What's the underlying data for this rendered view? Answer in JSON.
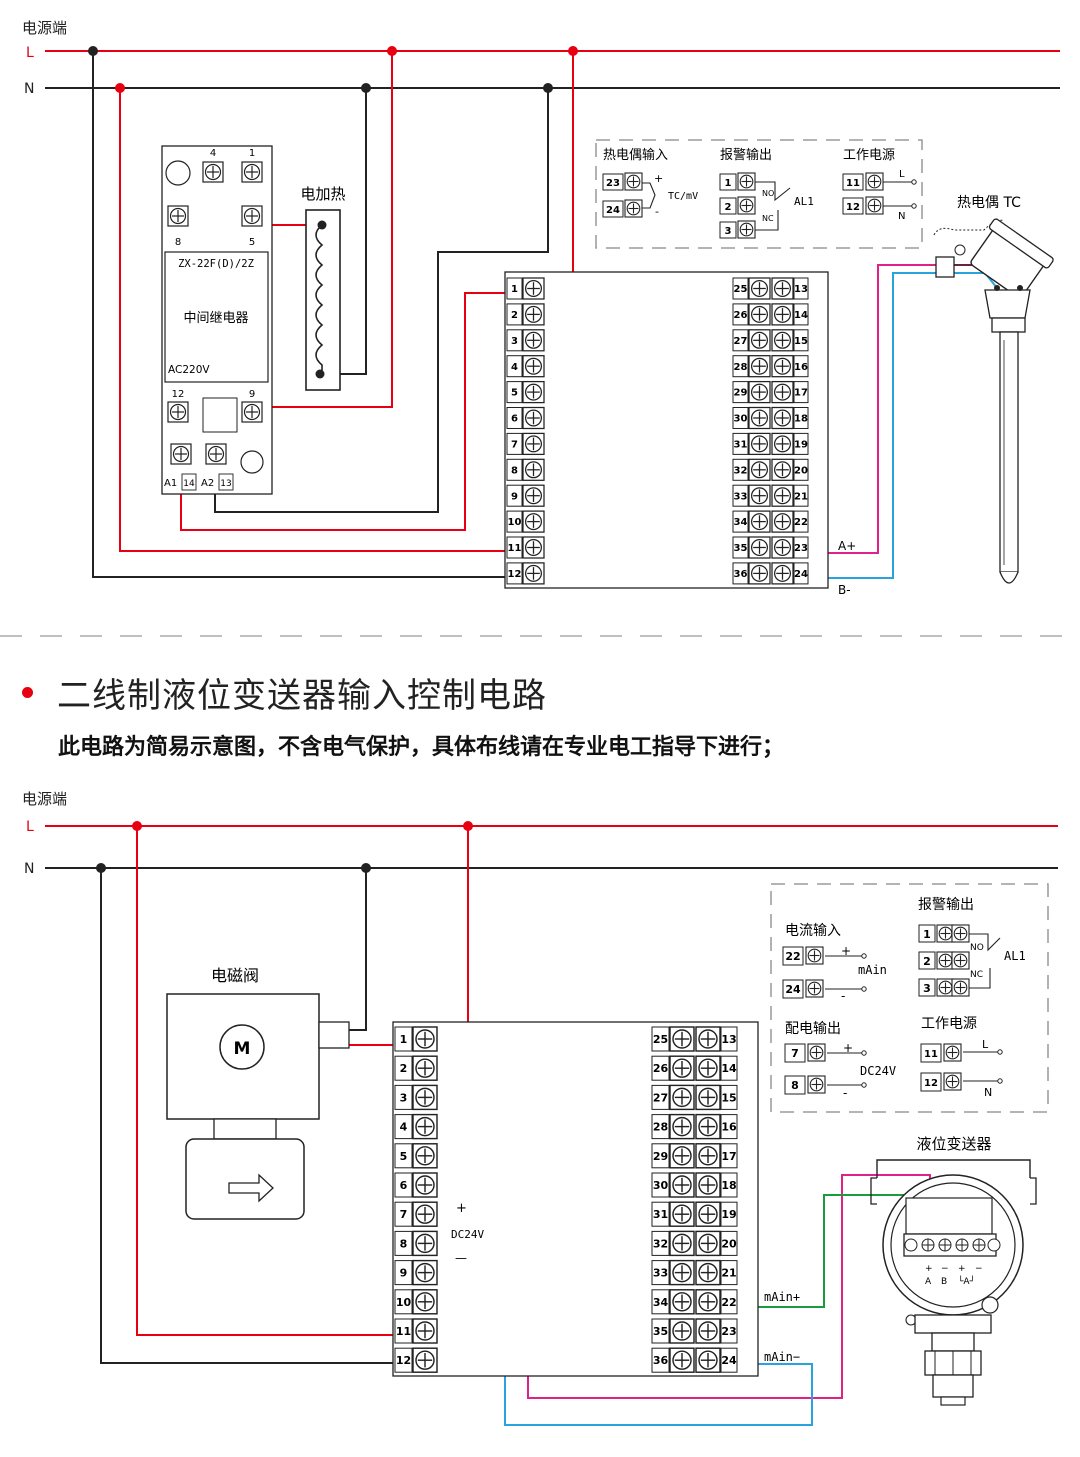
{
  "section_heading": {
    "title": "二线制液位变送器输入控制电路",
    "subtitle": "此电路为简易示意图，不含电气保护，具体布线请在专业电工指导下进行；"
  },
  "colors": {
    "live": "#e60012",
    "neutral": "#222222",
    "signal_plus": "#e0218a",
    "signal_minus": "#29a3e0",
    "green": "#1a9b3c"
  },
  "diagram1": {
    "power_label": "电源端",
    "line_L": "L",
    "line_N": "N",
    "relay": {
      "top_terms": [
        "4",
        "1"
      ],
      "mid_terms": [
        "8",
        "5"
      ],
      "model": "ZX-22F(D)/2Z",
      "name": "中间继电器",
      "voltage": "AC220V",
      "bottom_terms": [
        "12",
        "9"
      ],
      "coil_terms": [
        "A1",
        "14",
        "A2",
        "13"
      ]
    },
    "heater_label": "电加热",
    "legend": {
      "thermocouple_in": "热电偶输入",
      "tc_terms": [
        "23",
        "24"
      ],
      "tc_signal": "TC/mV",
      "tc_plus": "+",
      "tc_minus": "-",
      "alarm_out": "报警输出",
      "alarm_terms": [
        "1",
        "2",
        "3"
      ],
      "no": "NO",
      "nc": "NC",
      "al1": "AL1",
      "power": "工作电源",
      "power_terms": [
        "11",
        "12"
      ],
      "l": "L",
      "n": "N"
    },
    "left_terms": [
      "1",
      "2",
      "3",
      "4",
      "5",
      "6",
      "7",
      "8",
      "9",
      "10",
      "11",
      "12"
    ],
    "right_inner": [
      "25",
      "26",
      "27",
      "28",
      "29",
      "30",
      "31",
      "32",
      "33",
      "34",
      "35",
      "36"
    ],
    "right_outer": [
      "13",
      "14",
      "15",
      "16",
      "17",
      "18",
      "19",
      "20",
      "21",
      "22",
      "23",
      "24"
    ],
    "a_plus": "A+",
    "b_minus": "B-",
    "sensor_label": "热电偶 TC"
  },
  "diagram2": {
    "power_label": "电源端",
    "line_L": "L",
    "line_N": "N",
    "valve_label": "电磁阀",
    "motor": "M",
    "legend": {
      "current_in": "电流输入",
      "current_terms": [
        "22",
        "24"
      ],
      "mAin": "mAin",
      "plus": "+",
      "minus": "-",
      "alarm_out": "报警输出",
      "alarm_terms": [
        "1",
        "2",
        "3"
      ],
      "no": "NO",
      "nc": "NC",
      "al1": "AL1",
      "dist_out": "配电输出",
      "dist_terms": [
        "7",
        "8"
      ],
      "dc24v": "DC24V",
      "power": "工作电源",
      "power_terms": [
        "11",
        "12"
      ],
      "l": "L",
      "n": "N"
    },
    "left_terms": [
      "1",
      "2",
      "3",
      "4",
      "5",
      "6",
      "7",
      "8",
      "9",
      "10",
      "11",
      "12"
    ],
    "right_inner": [
      "25",
      "26",
      "27",
      "28",
      "29",
      "30",
      "31",
      "32",
      "33",
      "34",
      "35",
      "36"
    ],
    "right_outer": [
      "13",
      "14",
      "15",
      "16",
      "17",
      "18",
      "19",
      "20",
      "21",
      "22",
      "23",
      "24"
    ],
    "wire_plus": "+",
    "wire_dc": "DC24V",
    "wire_minus": "—",
    "mAin_plus": "mAin+",
    "mAin_minus": "mAin−",
    "transmitter_label": "液位变送器",
    "tx_terms": [
      "+",
      "−",
      "+",
      "−"
    ],
    "tx_sub": [
      "A",
      "B",
      "└A┘"
    ]
  }
}
